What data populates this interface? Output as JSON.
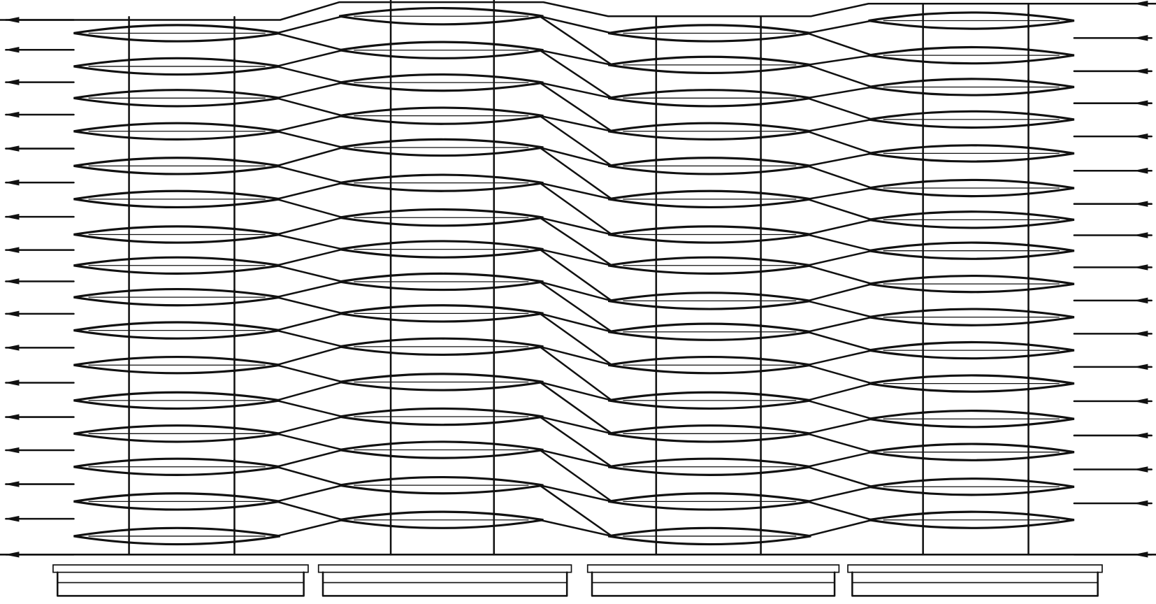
{
  "diagram": {
    "type": "multi-column disc and belt drawing",
    "columns": 4,
    "discs_per_column": 16,
    "belt_direction": "right-to-left",
    "ink_color": "#111111",
    "paper_color": "#ffffff"
  }
}
